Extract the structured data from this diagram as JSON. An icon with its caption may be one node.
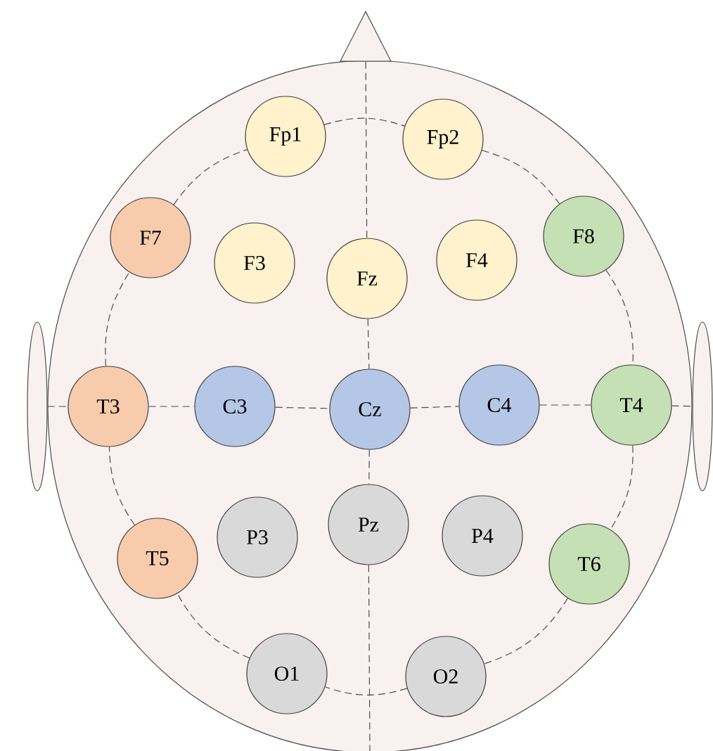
{
  "diagram": {
    "nodes": [
      {
        "text": [
          "Fp1"
        ]
      },
      {
        "text": [
          "Fp2"
        ]
      },
      {
        "text": [
          "F7"
        ]
      },
      {
        "text": [
          "F3"
        ]
      },
      {
        "text": [
          "Fz"
        ]
      },
      {
        "text": [
          "F4"
        ]
      },
      {
        "text": [
          "F8"
        ]
      },
      {
        "text": [
          "T3"
        ]
      },
      {
        "text": [
          "C3"
        ]
      },
      {
        "text": [
          "Cz"
        ]
      },
      {
        "text": [
          "C4"
        ]
      },
      {
        "text": [
          "T4"
        ]
      },
      {
        "text": [
          "T5"
        ]
      },
      {
        "text": [
          "P3"
        ]
      },
      {
        "text": [
          "Pz"
        ]
      },
      {
        "text": [
          "P4"
        ]
      },
      {
        "text": [
          "T6"
        ]
      },
      {
        "text": [
          "O1"
        ]
      },
      {
        "text": [
          "O2"
        ]
      },
      {
        "text": [],
        "shape": "triangle"
      },
      {
        "text": [],
        "shape": "ellipse"
      },
      {
        "text": [],
        "shape": "ellipse"
      }
    ],
    "edges": [
      {
        "from": 19,
        "to": 4,
        "arrow": "none",
        "style": "dashed"
      },
      {
        "from": 4,
        "to": 9,
        "arrow": "none",
        "style": "dashed"
      },
      {
        "from": 9,
        "to": 14,
        "arrow": "none",
        "style": "dashed"
      },
      {
        "from": 14,
        "to": null,
        "arrow": "none",
        "style": "dashed"
      },
      {
        "from": 20,
        "to": 7,
        "arrow": "none",
        "style": "dashed"
      },
      {
        "from": 7,
        "to": 8,
        "arrow": "none",
        "style": "dashed"
      },
      {
        "from": 8,
        "to": 9,
        "arrow": "none",
        "style": "dashed"
      },
      {
        "from": 9,
        "to": 10,
        "arrow": "none",
        "style": "dashed"
      },
      {
        "from": 10,
        "to": 11,
        "arrow": "none",
        "style": "dashed"
      },
      {
        "from": 11,
        "to": 21,
        "arrow": "none",
        "style": "dashed"
      },
      {
        "from": 0,
        "to": 1,
        "arrow": "none",
        "style": "dashed"
      },
      {
        "from": 1,
        "to": 6,
        "arrow": "none",
        "style": "dashed"
      },
      {
        "from": 6,
        "to": 11,
        "arrow": "none",
        "style": "dashed"
      },
      {
        "from": 11,
        "to": 16,
        "arrow": "none",
        "style": "dashed"
      },
      {
        "from": 16,
        "to": 18,
        "arrow": "none",
        "style": "dashed"
      },
      {
        "from": 18,
        "to": 17,
        "arrow": "none",
        "style": "dashed"
      },
      {
        "from": 17,
        "to": 12,
        "arrow": "none",
        "style": "dashed"
      },
      {
        "from": 12,
        "to": 7,
        "arrow": "none",
        "style": "dashed"
      },
      {
        "from": 7,
        "to": 2,
        "arrow": "none",
        "style": "dashed"
      },
      {
        "from": 2,
        "to": 0,
        "arrow": "none",
        "style": "dashed"
      }
    ]
  }
}
